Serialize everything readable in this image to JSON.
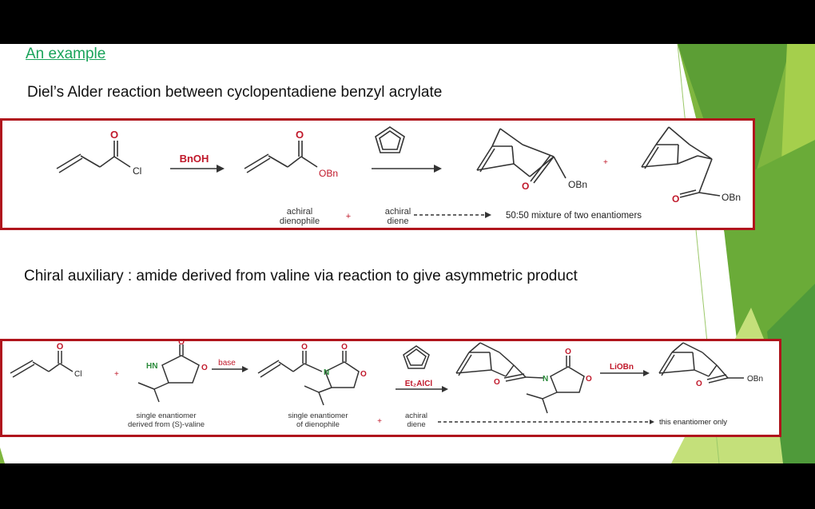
{
  "slide": {
    "heading_link": "An example",
    "intro": "Diel’s Alder reaction between cyclopentadiene benzyl acrylate",
    "chiral_text": "Chiral auxiliary : amide derived from valine via reaction to give asymmetric product"
  },
  "scheme1": {
    "reagent_bnoh": "BnOH",
    "cl": "Cl",
    "o": "O",
    "obn": "OBn",
    "plus": "+",
    "achiral_dienophile_line1": "achiral",
    "achiral_dienophile_line2": "dienophile",
    "achiral_diene_line1": "achiral",
    "achiral_diene_line2": "diene",
    "result": "50:50 mixture of two enantiomers"
  },
  "scheme2": {
    "cl": "Cl",
    "hn": "HN",
    "n": "N",
    "o": "O",
    "base": "base",
    "lewis_acid": "Et₂AlCl",
    "liobn": "LiOBn",
    "obn": "OBn",
    "plus": "+",
    "aux_label_line1": "single enantiomer",
    "aux_label_line2": "derived from (S)-valine",
    "dienophile_label_line1": "single enantiomer",
    "dienophile_label_line2": "of dienophile",
    "diene_label_line1": "achiral",
    "diene_label_line2": "diene",
    "result": "this enantiomer only"
  },
  "colors": {
    "accent_green": "#1aa35a",
    "box_border": "#b0151d",
    "heteroatom_red": "#c0182a",
    "deco_green_light": "#a5cf4c",
    "deco_green_dark": "#4f9a3a"
  }
}
